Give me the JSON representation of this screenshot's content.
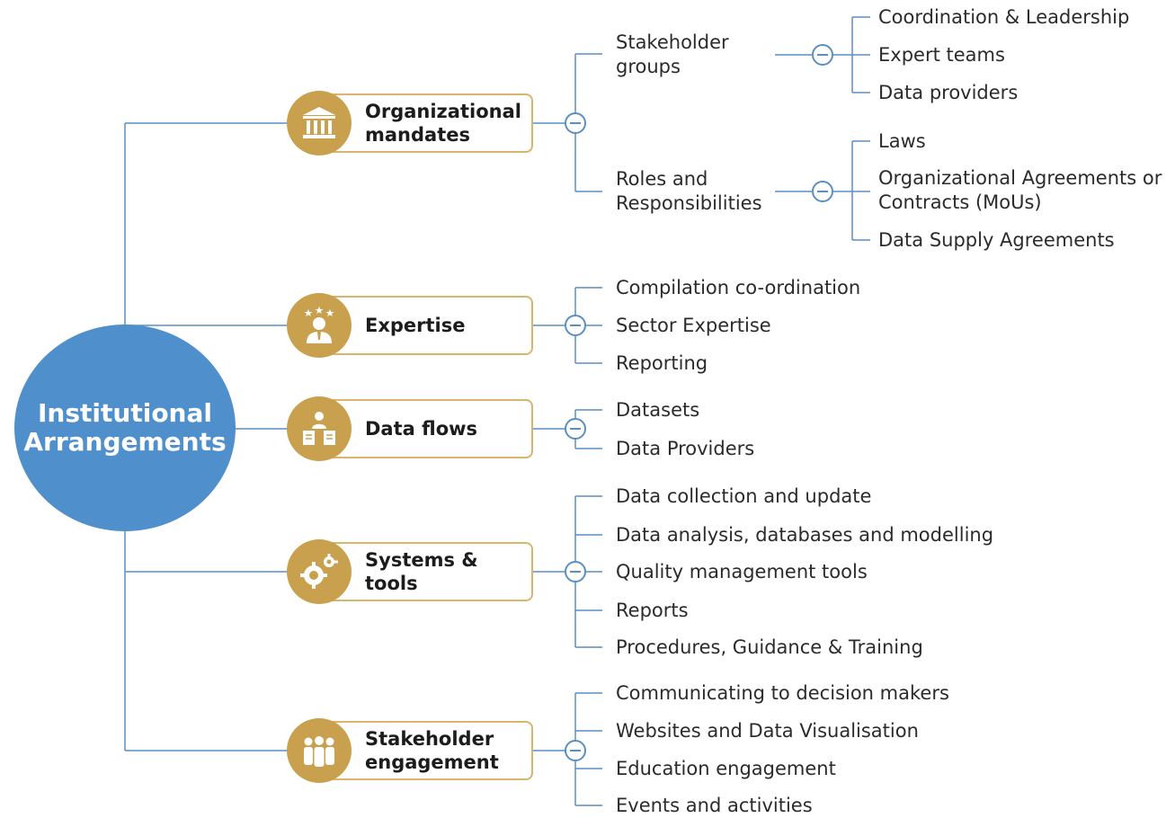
{
  "root": {
    "line1": "Institutional",
    "line2": "Arrangements"
  },
  "colors": {
    "root_fill": "#4f8fcc",
    "connector": "#5a8fc4",
    "gold": "#c9a14e",
    "box_border": "#d8b56c"
  },
  "branches": [
    {
      "icon": "bank-building-icon",
      "label_lines": [
        "Organizational",
        "mandates"
      ],
      "groups": [
        {
          "label_lines": [
            "Stakeholder",
            "groups"
          ],
          "items": [
            "Coordination & Leadership",
            "Expert teams",
            "Data providers"
          ]
        },
        {
          "label_lines": [
            "Roles and",
            "Responsibilities"
          ],
          "items": [
            "Laws",
            "Organizational Agreements or\nContracts (MoUs)",
            "Data Supply Agreements"
          ]
        }
      ]
    },
    {
      "icon": "expert-person-icon",
      "label_lines": [
        "Expertise"
      ],
      "items": [
        "Compilation co-ordination",
        "Sector Expertise",
        "Reporting"
      ]
    },
    {
      "icon": "data-flow-icon",
      "label_lines": [
        "Data flows"
      ],
      "items": [
        "Datasets",
        "Data Providers"
      ]
    },
    {
      "icon": "gears-icon",
      "label_lines": [
        "Systems & tools"
      ],
      "items": [
        "Data collection and update",
        "Data analysis, databases and modelling",
        "Quality management tools",
        "Reports",
        "Procedures, Guidance & Training"
      ]
    },
    {
      "icon": "people-group-icon",
      "label_lines": [
        "Stakeholder",
        "engagement"
      ],
      "items": [
        "Communicating to decision makers",
        "Websites and Data Visualisation",
        "Education engagement",
        "Events and activities"
      ]
    }
  ]
}
